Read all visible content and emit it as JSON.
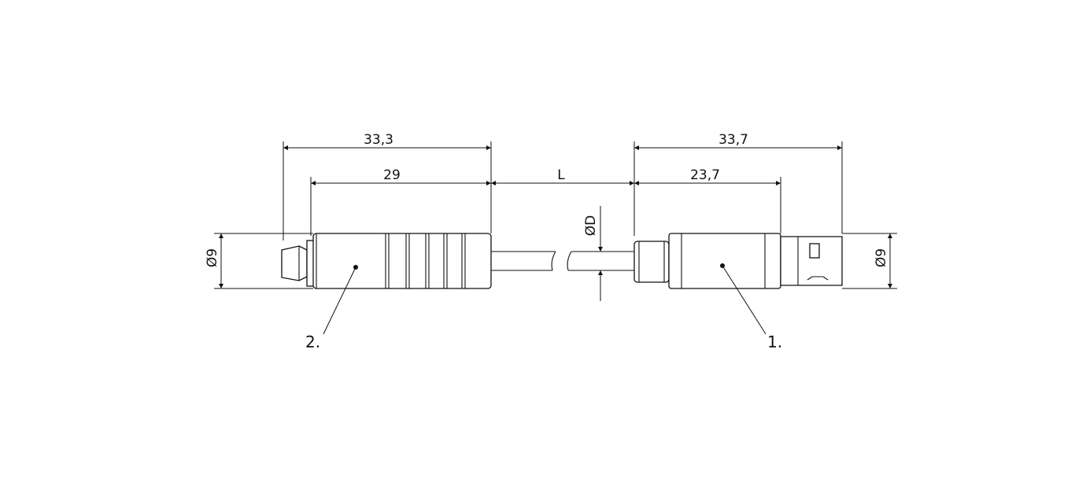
{
  "dimensions": {
    "left_overall": "33,3",
    "left_body": "29",
    "cable_length": "L",
    "right_overall": "33,7",
    "right_body": "23,7",
    "left_diameter": "Ø9",
    "right_diameter": "Ø9",
    "cable_diameter": "ØD"
  },
  "labels": {
    "left_connector": "2.",
    "right_connector": "1."
  }
}
